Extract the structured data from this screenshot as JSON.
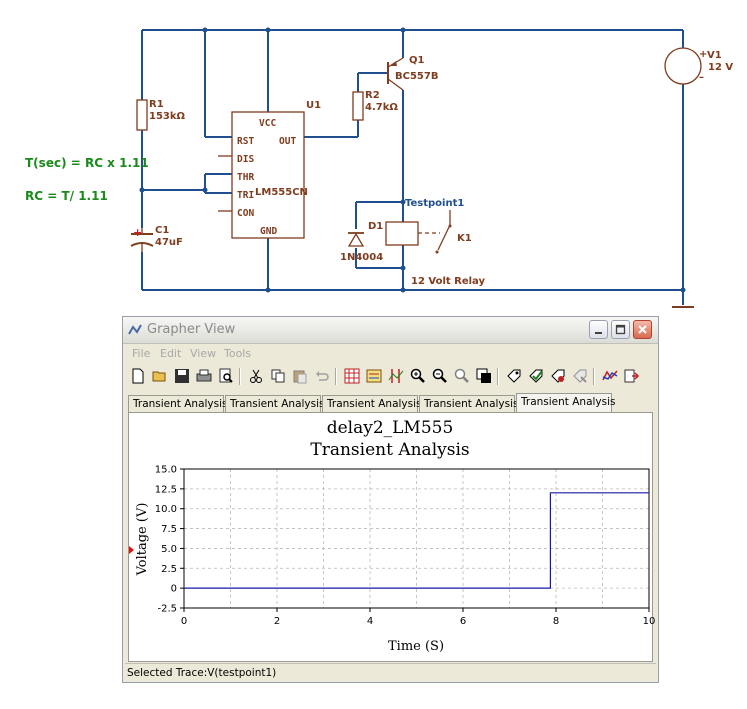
{
  "schematic": {
    "formula_time": "T(sec) = RC x 1.11",
    "formula_rc": "RC = T/ 1.11",
    "components": {
      "r1_name": "R1",
      "r1_value": "153kΩ",
      "c1_name": "C1",
      "c1_value": "47uF",
      "u1_name": "U1",
      "u1_part": "LM555CN",
      "r2_name": "R2",
      "r2_value": "4.7kΩ",
      "q1_name": "Q1",
      "q1_part": "BC557B",
      "d1_name": "D1",
      "d1_part": "1N4004",
      "k1_name": "K1",
      "relay_label": "12 Volt Relay",
      "v1_name": "V1",
      "v1_value": "12 V"
    },
    "u1_pins": {
      "vcc": "VCC",
      "rst": "RST",
      "out": "OUT",
      "dis": "DIS",
      "thr": "THR",
      "tri": "TRI",
      "con": "CON",
      "gnd": "GND"
    },
    "net_label": "Testpoint1",
    "c1_plus": "+",
    "v1_plus": "+",
    "v1_minus": "–"
  },
  "grapher": {
    "title": "Grapher View",
    "menu": [
      "File",
      "Edit",
      "View",
      "Tools"
    ],
    "toolbar_icons": [
      "new-file-icon",
      "open-folder-icon",
      "save-icon",
      "print-icon",
      "print-preview-icon",
      "cut-icon",
      "copy-icon",
      "paste-icon",
      "undo-icon",
      "grid-icon",
      "legend-icon",
      "cursors-icon",
      "zoom-in-icon",
      "zoom-out-icon",
      "zoom-full-icon",
      "toggle-background-icon",
      "properties-icon",
      "select-trace-icon",
      "reverse-colors-icon",
      "export-icon",
      "show-trace-icon",
      "export-data-icon"
    ],
    "tabs": [
      "Transient Analysis",
      "Transient Analysis",
      "Transient Analysis",
      "Transient Analysis",
      "Transient Analysis"
    ],
    "active_tab": 4,
    "status": "Selected Trace:V(testpoint1)"
  },
  "chart_data": {
    "type": "line",
    "title": "delay2_LM555",
    "subtitle": "Transient Analysis",
    "xlabel": "Time (S)",
    "ylabel": "Voltage (V)",
    "xlim": [
      0,
      10
    ],
    "ylim": [
      -2.5,
      15
    ],
    "xticks": [
      0,
      2,
      4,
      6,
      8,
      10
    ],
    "yticks": [
      -2.5,
      0,
      2.5,
      5.0,
      7.5,
      10.0,
      12.5,
      15.0
    ],
    "ytick_labels": [
      "-2.5",
      "0",
      "2.5",
      "5.0",
      "7.5",
      "10.0",
      "12.5",
      "15.0"
    ],
    "grid": true,
    "line_color": "#1a1aa8",
    "series": [
      {
        "x": [
          0,
          7.88,
          7.88,
          10
        ],
        "y": [
          0,
          0,
          12,
          12
        ]
      }
    ]
  }
}
